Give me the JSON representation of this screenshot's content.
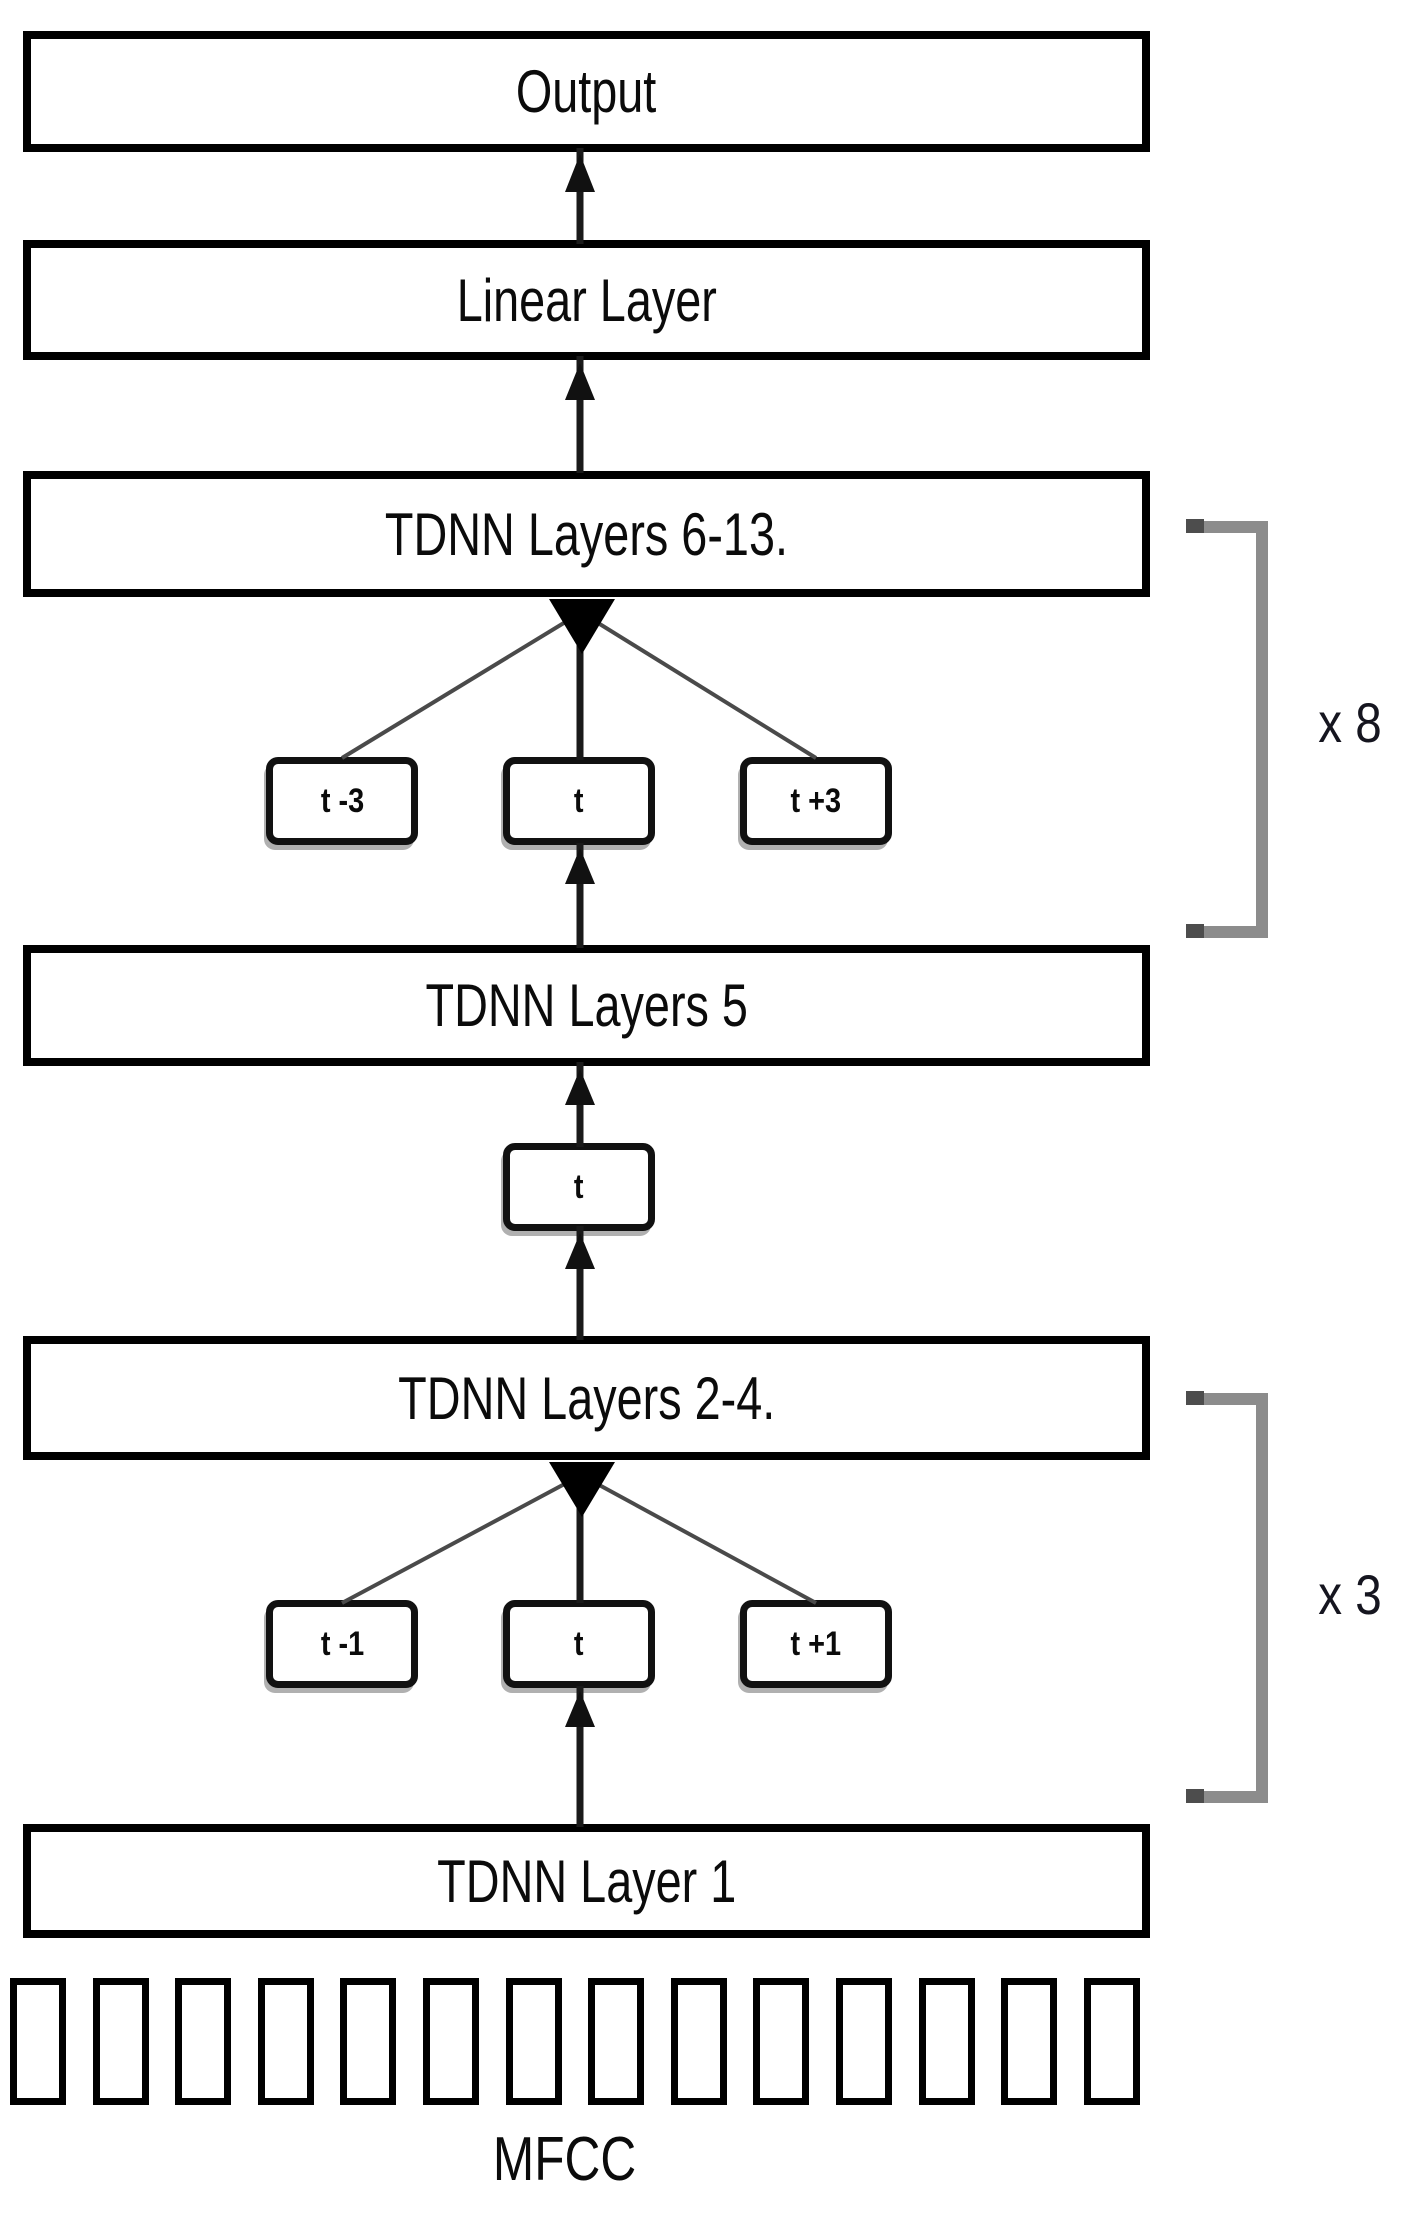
{
  "figure": {
    "boxes": {
      "output": "Output",
      "linear": "Linear Layer",
      "tdnn_6_13": "TDNN Layers 6-13.",
      "tdnn_5": "TDNN Layers 5",
      "tdnn_2_4": "TDNN Layers 2-4.",
      "tdnn_1": "TDNN Layer 1"
    },
    "context_windows": {
      "upper": {
        "left": "t -3",
        "center": "t",
        "right": "t +3"
      },
      "middle": {
        "center": "t"
      },
      "lower": {
        "left": "t -1",
        "center": "t",
        "right": "t +1"
      }
    },
    "repeat_labels": {
      "upper": "x 8",
      "lower": "x 3"
    },
    "input": {
      "label": "MFCC",
      "frame_count": 14
    },
    "colors": {
      "background": "#ffffff",
      "box_border": "#000000",
      "connector": "#1a1a1a",
      "diagonal": "#4a4a4a",
      "bracket": "#8c8c8c",
      "small_box_shadow": "#b0b0b0"
    }
  }
}
